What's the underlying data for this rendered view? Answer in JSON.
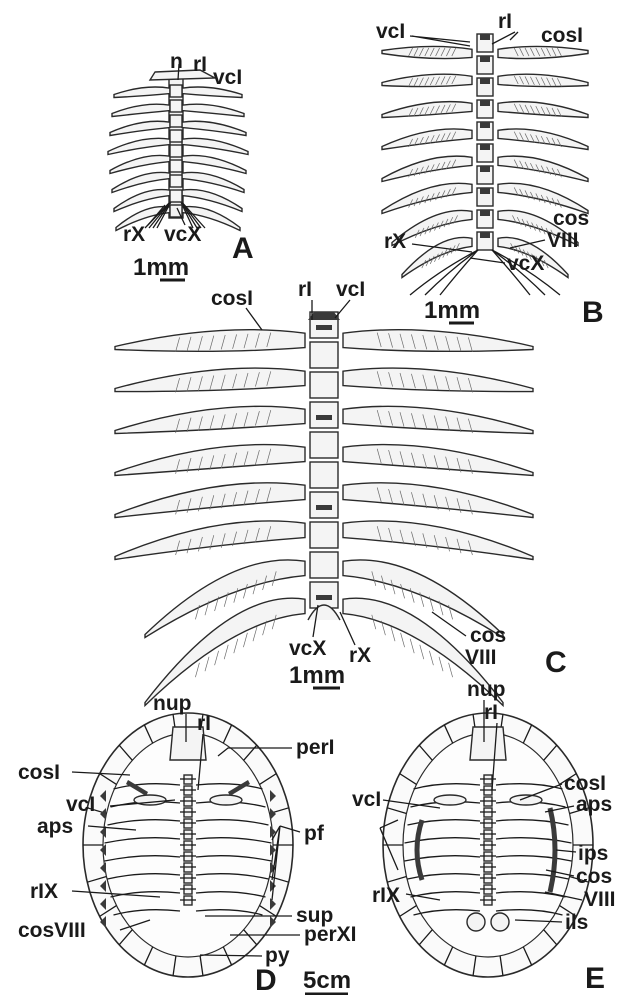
{
  "figure": {
    "panel_A": {
      "letter": "A",
      "labels": {
        "n": "n",
        "rI": "rI",
        "vcI": "vcI",
        "rX": "rX",
        "vcX": "vcX"
      },
      "scale": "1mm"
    },
    "panel_B": {
      "letter": "B",
      "labels": {
        "vcI": "vcI",
        "rI": "rI",
        "cosI": "cosI",
        "cos": "cos",
        "VIII": "VIII",
        "rX": "rX",
        "vcX": "vcX"
      },
      "scale": "1mm"
    },
    "panel_C": {
      "letter": "C",
      "labels": {
        "cosI": "cosI",
        "rI": "rI",
        "vcI": "vcI",
        "vcX": "vcX",
        "rX": "rX",
        "cos": "cos",
        "VIII": "VIII"
      },
      "scale": "1mm"
    },
    "panel_D": {
      "letter": "D",
      "labels": {
        "nup": "nup",
        "rI": "rI",
        "perI": "perI",
        "cosI": "cosI",
        "vcI": "vcI",
        "aps": "aps",
        "pf": "pf",
        "rIX": "rIX",
        "sup": "sup",
        "cosVIII": "cosVIII",
        "perXI": "perXI",
        "py": "py"
      },
      "scale": "5cm"
    },
    "panel_E": {
      "letter": "E",
      "labels": {
        "nup": "nup",
        "rI": "rI",
        "cosI": "cosI",
        "vcI": "vcI",
        "aps": "aps",
        "ips": "ips",
        "cos": "cos",
        "VIII": "VIII",
        "rIX": "rIX",
        "ils": "ils"
      }
    }
  }
}
